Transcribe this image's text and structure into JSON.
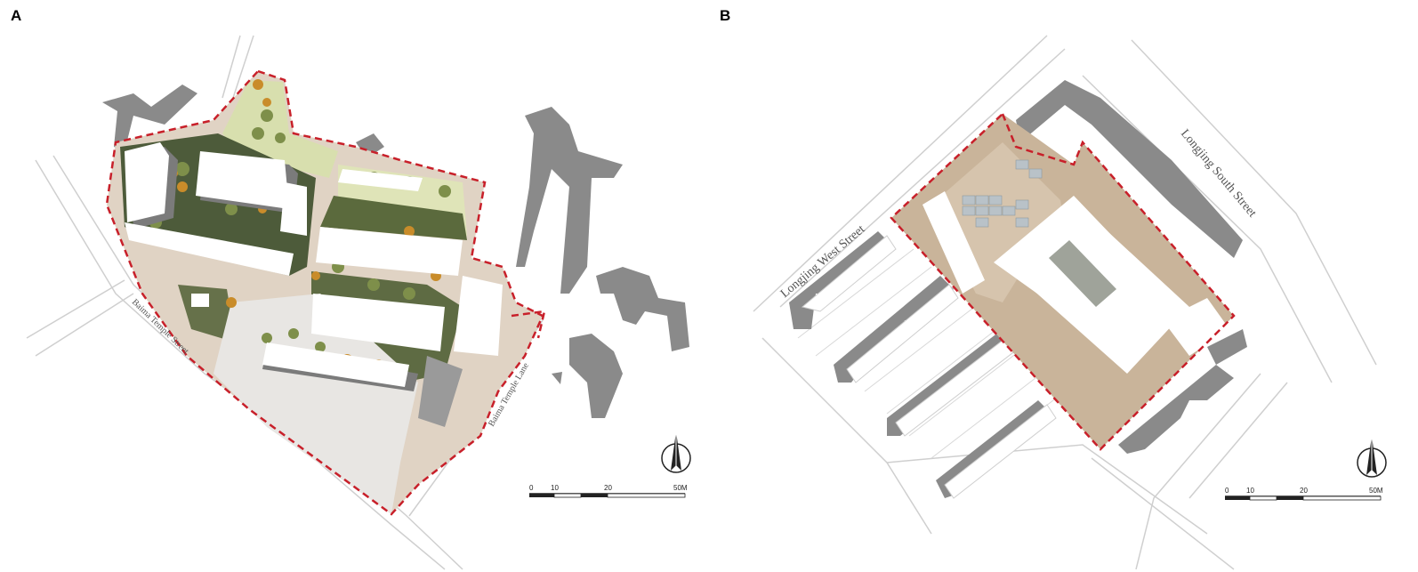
{
  "panels": [
    {
      "letter": "A",
      "streets": [
        "Baima Temple Street",
        "Baima Temple Lane"
      ],
      "scale_bar": {
        "ticks": [
          "0",
          "10",
          "20",
          "50M"
        ]
      }
    },
    {
      "letter": "B",
      "streets": [
        "Longjing West Street",
        "Longjing South Street"
      ],
      "scale_bar": {
        "ticks": [
          "0",
          "10",
          "20",
          "50M"
        ]
      }
    }
  ],
  "colors": {
    "boundary": "#c8202a",
    "building_shadow": "#8a8a8a",
    "greenery_dark": "#4d5b3a",
    "greenery_light": "#d8dfae",
    "paving": "#d9c8b6",
    "courtyard": "#c9b49a"
  },
  "icons": [
    "north-arrow-icon"
  ]
}
